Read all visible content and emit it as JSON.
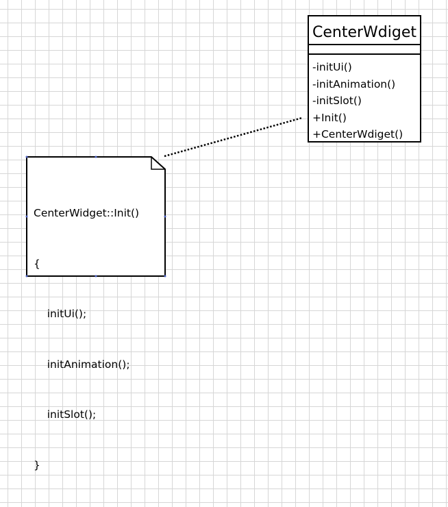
{
  "class": {
    "name": "CenterWdiget",
    "methods": [
      "-initUi()",
      "-initAnimation()",
      "-initSlot()",
      "+Init()",
      "+CenterWdiget()"
    ]
  },
  "note": {
    "lines": [
      "CenterWidget::Init()",
      "{",
      "    initUi();",
      "    initAnimation();",
      "    initSlot();",
      "}"
    ]
  },
  "colors": {
    "line": "#000000",
    "grid": "#d6d6d6",
    "handle": "#4a5fc1"
  }
}
